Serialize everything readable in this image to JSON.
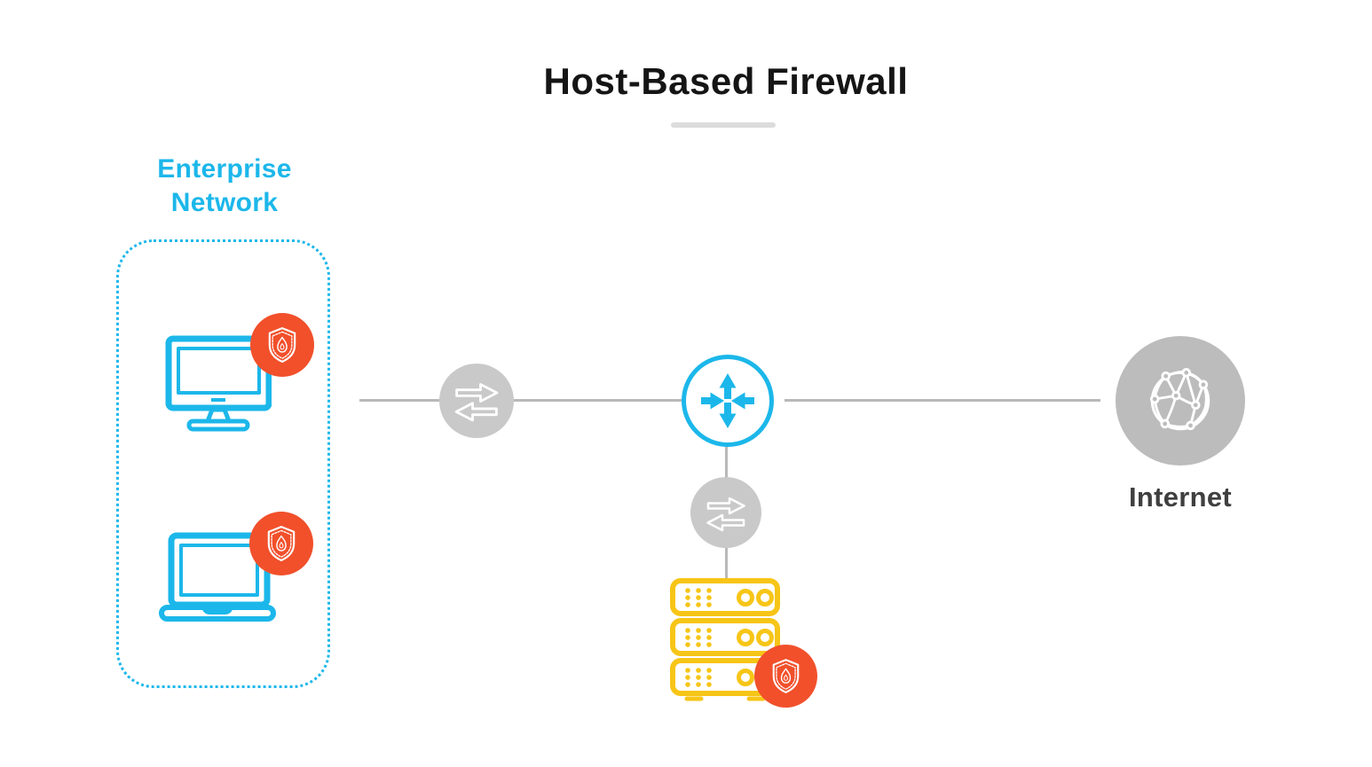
{
  "title": "Host-Based Firewall",
  "labels": {
    "enterprise_network": "Enterprise Network",
    "internet": "Internet"
  },
  "colors": {
    "cyan": "#1cb7ea",
    "orange_badge": "#f1502b",
    "yellow_server": "#f7c517",
    "gray_exchange_node": "#c9c9c9",
    "gray_globe_node": "#bcbcbc",
    "connector_line": "#b9b9b9",
    "title_underline": "#dcdcdc",
    "title_text": "#151515",
    "internet_text": "#3f3f3f"
  },
  "icons": {
    "desktop": "desktop-monitor-icon",
    "laptop": "laptop-icon",
    "exchange": "exchange-arrows-icon",
    "router": "router-arrows-icon",
    "server": "server-rack-icon",
    "globe": "globe-network-icon",
    "shield": "firewall-shield-icon"
  },
  "diagram": {
    "enterprise_network": {
      "label": "Enterprise Network",
      "devices": [
        {
          "name": "desktop-computer",
          "icon": "desktop-monitor-icon",
          "badge": "firewall-shield-badge"
        },
        {
          "name": "laptop-computer",
          "icon": "laptop-icon",
          "badge": "firewall-shield-badge"
        }
      ]
    },
    "nodes": [
      {
        "name": "traffic-exchange-left",
        "icon": "exchange-arrows-icon"
      },
      {
        "name": "router",
        "icon": "router-arrows-icon"
      },
      {
        "name": "traffic-exchange-bottom",
        "icon": "exchange-arrows-icon"
      },
      {
        "name": "server-stack",
        "icon": "server-rack-icon",
        "badge": "firewall-shield-badge"
      },
      {
        "name": "internet",
        "icon": "globe-network-icon",
        "label": "Internet"
      }
    ],
    "connections": [
      {
        "from": "enterprise-network",
        "to": "router",
        "via": "traffic-exchange-left"
      },
      {
        "from": "router",
        "to": "internet"
      },
      {
        "from": "router",
        "to": "server-stack",
        "via": "traffic-exchange-bottom"
      }
    ]
  }
}
